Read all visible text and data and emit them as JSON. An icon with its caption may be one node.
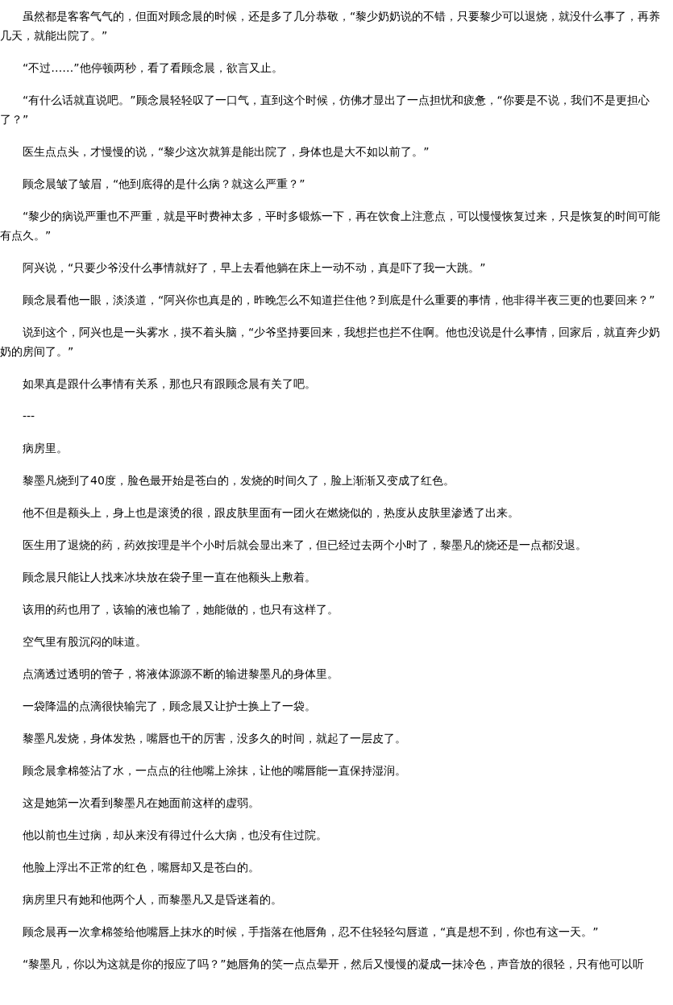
{
  "diagram": {
    "labels": [
      "虽然都是客客气气的，但面对顾念晨的时候，还是多了几分恭敬，“黎少奶奶说的不错，只要黎少可以退烧，就没什么事了，再养几天，就能出院了。”",
      "“不过……”他停顿两秒，看了看顾念晨，欲言又止。",
      "“有什么话就直说吧。”顾念晨轻轻叹了一口气，直到这个时候，仿佛才显出了一点担忧和疲惫，“你要是不说，我们不是更担心了？”",
      "医生点点头，才慢慢的说，“黎少这次就算是能出院了，身体也是大不如以前了。”",
      "顾念晨皱了皱眉，“他到底得的是什么病？就这么严重？”",
      "“黎少的病说严重也不严重，就是平时费神太多，平时多锻炼一下，再在饮食上注意点，可以慢慢恢复过来，只是恢复的时间可能有点久。”",
      "阿兴说，“只要少爷没什么事情就好了，早上去看他躺在床上一动不动，真是吓了我一大跳。”",
      "顾念晨看他一眼，淡淡道，“阿兴你也真是的，昨晚怎么不知道拦住他？到底是什么重要的事情，他非得半夜三更的也要回来？”",
      "说到这个，阿兴也是一头雾水，摸不着头脑，“少爷坚持要回来，我想拦也拦不住啊。他也没说是什么事情，回家后，就直奔少奶奶的房间了。”",
      "如果真是跟什么事情有关系，那也只有跟顾念晨有关了吧。",
      "---",
      "病房里。",
      "黎墨凡烧到了40度，脸色最开始是苍白的，发烧的时间久了，脸上渐渐又变成了红色。",
      "他不但是额头上，身上也是滚烫的很，跟皮肤里面有一团火在燃烧似的，热度从皮肤里渗透了出来。",
      "医生用了退烧的药，药效按理是半个小时后就会显出来了，但已经过去两个小时了，黎墨凡的烧还是一点都没退。",
      "顾念晨只能让人找来冰块放在袋子里一直在他额头上敷着。",
      "该用的药也用了，该输的液也输了，她能做的，也只有这样了。",
      "空气里有股沉闷的味道。",
      "点滴透过透明的管子，将液体源源不断的输进黎墨凡的身体里。",
      "一袋降温的点滴很快输完了，顾念晨又让护士换上了一袋。",
      "黎墨凡发烧，身体发热，嘴唇也干的厉害，没多久的时间，就起了一层皮了。",
      "顾念晨拿棉签沾了水，一点点的往他嘴上涂抹，让他的嘴唇能一直保持湿润。",
      "这是她第一次看到黎墨凡在她面前这样的虚弱。",
      "他以前也生过病，却从来没有得过什么大病，也没有住过院。",
      "他脸上浮出不正常的红色，嘴唇却又是苍白的。",
      "病房里只有她和他两个人，而黎墨凡又是昏迷着的。",
      "顾念晨再一次拿棉签给他嘴唇上抹水的时候，手指落在他唇角，忍不住轻轻勾唇道，“真是想不到，你也有这一天。”",
      "“黎墨凡，你以为这就是你的报应了吗？”她唇角的笑一点点晕开，然后又慢慢的凝成一抹冷色，声音放的很轻，只有他可以听"
    ]
  }
}
